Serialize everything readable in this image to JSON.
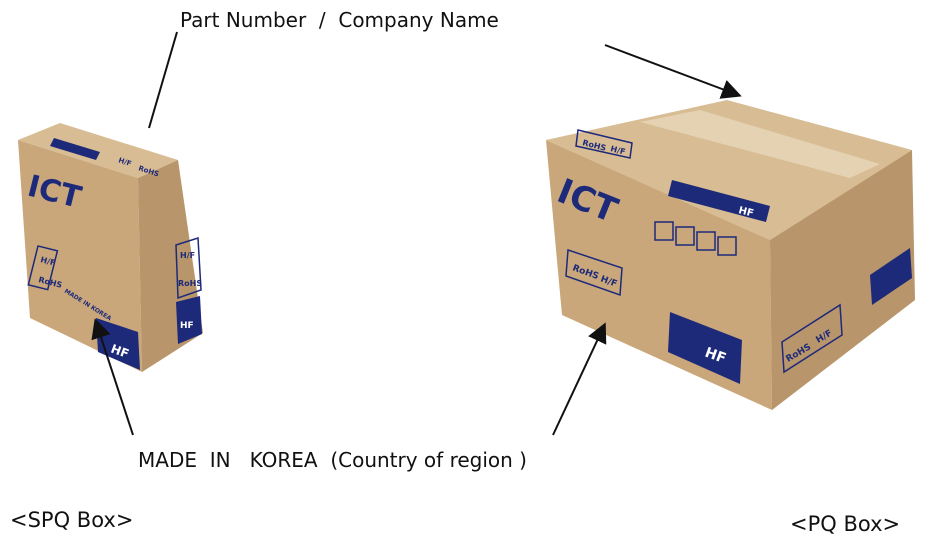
{
  "labels": {
    "top": "Part Number  /  Company Name",
    "bottom": "MADE  IN   KOREA  (Country of region )",
    "spq": "<SPQ Box>",
    "pq": "<PQ Box>"
  },
  "box_marks": {
    "brand": "ICT",
    "rohs": "RoHS",
    "hf_mark": "H/F",
    "hf_logo": "HF",
    "made_in": "MADE IN KOREA"
  },
  "colors": {
    "cardboard_front": "#c9a77a",
    "cardboard_side": "#b8956a",
    "cardboard_top": "#d8bc93",
    "tape": "#e4d2b3",
    "print_blue": "#1d2a7a",
    "arrow": "#111111"
  }
}
